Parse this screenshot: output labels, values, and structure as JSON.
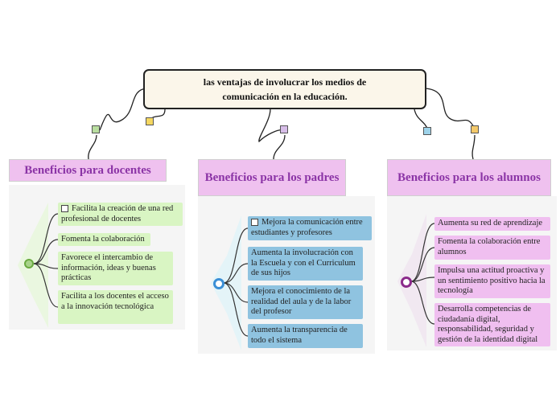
{
  "central": {
    "title": "las ventajas de involucrar los medios de comunicación en la educación."
  },
  "branches": [
    {
      "title": "Beneficios para docentes",
      "items": [
        "Facilita la creación de una red profesional de docentes",
        "Fomenta la colaboración",
        "Favorece el intercambio de información, ideas y buenas prácticas",
        "Facilita a los docentes el acceso a la innovación tecnológica"
      ]
    },
    {
      "title": "Beneficios para los padres",
      "items": [
        "Mejora la comunicación entre estudiantes y profesores",
        "Aumenta la involucración con la Escuela y con el Curriculum de sus hijos",
        "Mejora el conocimiento de la realidad del aula y de la labor del profesor",
        "Aumenta la transparencia de todo el sistema"
      ]
    },
    {
      "title": "Beneficios para los alumnos",
      "items": [
        "Aumenta su red de aprendizaje",
        "Fomenta la colaboración entre alumnos",
        "Impulsa una actitud proactiva y un sentimiento positivo hacia la tecnología",
        "Desarrolla competencias de ciudadanía digital, responsabilidad, seguridad y gestión de la identidad digital"
      ]
    }
  ],
  "colors": {
    "central_fill": "#fbf6ea",
    "header_fill": "#efc1ef",
    "header_text": "#8b34a6",
    "docentes_leaf": "#d9f5c3",
    "padres_leaf": "#8fc3e0",
    "alumnos_leaf": "#f0bff0"
  }
}
